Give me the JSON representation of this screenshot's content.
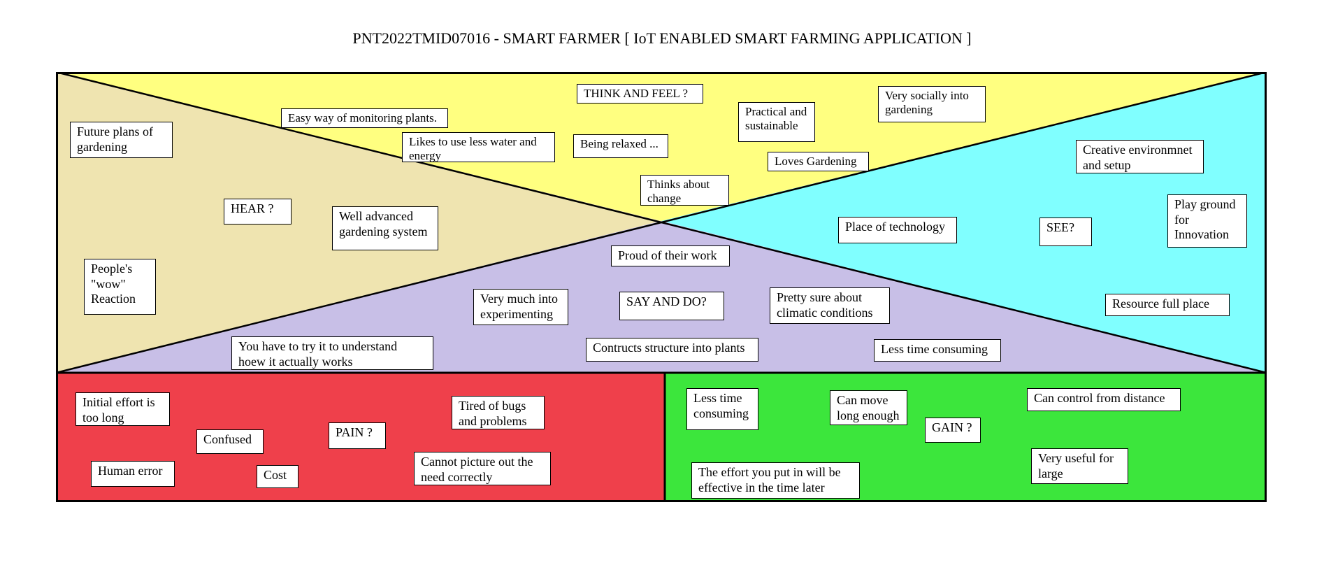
{
  "title": "PNT2022TMID07016 - SMART FARMER [ IoT ENABLED SMART FARMING APPLICATION ]",
  "colors": {
    "think_feel": "#ffff80",
    "hear": "#efe4b0",
    "see": "#80ffff",
    "say_do": "#c8bfe7",
    "pain": "#ef404b",
    "gain": "#3ce63c",
    "border": "#000000"
  },
  "quadrants": {
    "think_feel": {
      "label": "THINK AND FEEL ?",
      "notes": [
        "Easy way of monitoring plants.",
        "Likes to use less water and energy",
        "Being relaxed ...",
        "Practical and sustainable",
        "Very socially into gardening",
        "Loves Gardening",
        "Thinks about change"
      ]
    },
    "hear": {
      "label": "HEAR ?",
      "notes": [
        "Future plans of gardening",
        "Well advanced gardening system",
        "People's \"wow\" Reaction"
      ]
    },
    "see": {
      "label": "SEE?",
      "notes": [
        "Creative environmnet and setup",
        "Play ground for Innovation",
        "Place of technology",
        "Resource full place"
      ]
    },
    "say_do": {
      "label": "SAY AND DO?",
      "notes": [
        "Proud of their work",
        "Very much into experimenting",
        "Pretty sure about climatic conditions",
        "You have to try it to understand hoew it actually works",
        "Contructs structure into plants",
        "Less time consuming"
      ]
    },
    "pain": {
      "label": "PAIN ?",
      "notes": [
        "Initial effort is too long",
        "Tired of bugs and problems",
        "Confused",
        "Human error",
        "Cost",
        "Cannot picture out the need correctly"
      ]
    },
    "gain": {
      "label": "GAIN ?",
      "notes": [
        "Less time consuming",
        "Can move long enough",
        "Can control from distance",
        "Very useful for large",
        "The effort you put in will be effective in the time later"
      ]
    }
  }
}
